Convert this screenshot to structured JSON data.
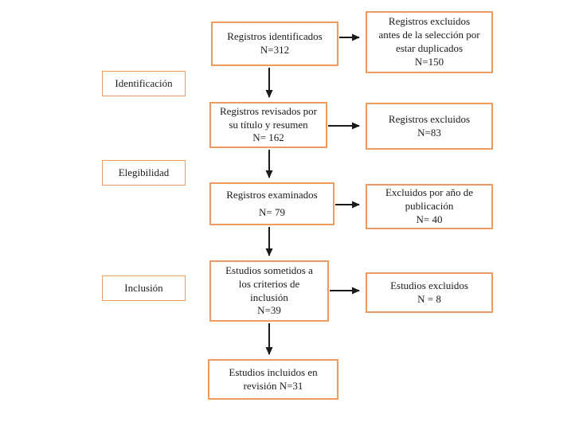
{
  "diagram": {
    "title": "PRISMA-style study selection flow diagram (Spanish)",
    "colors": {
      "box_border": "#ed9c5e",
      "arrow": "#1a1a1a",
      "text": "#1c1c1c",
      "background": "#ffffff"
    },
    "stages": [
      {
        "label": "Identificación"
      },
      {
        "label": "Elegibilidad"
      },
      {
        "label": "Inclusión"
      }
    ],
    "flow_boxes": [
      {
        "text": "Registros identificados\nN=312"
      },
      {
        "text": "Registros revisados por\nsu título y resumen\nN= 162"
      },
      {
        "text": "Registros examinados\nN= 79"
      },
      {
        "text": "Estudios sometidos a\nlos criterios de\ninclusión\nN=39"
      },
      {
        "text": "Estudios incluidos en\nrevisión N=31"
      }
    ],
    "exclusion_boxes": [
      {
        "text": "Registros excluidos\nantes de la selección por\nestar duplicados\nN=150"
      },
      {
        "text": "Registros excluidos\nN=83"
      },
      {
        "text": "Excluidos por año de\npublicación\nN= 40"
      },
      {
        "text": "Estudios excluidos\nN = 8"
      }
    ]
  }
}
